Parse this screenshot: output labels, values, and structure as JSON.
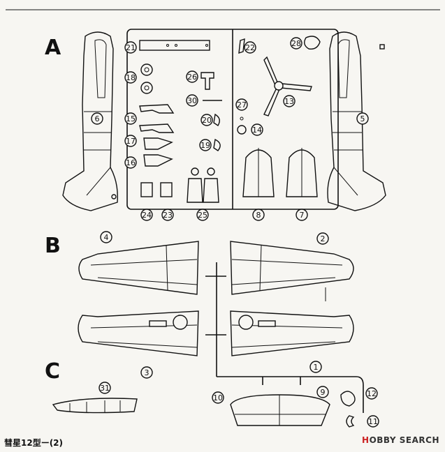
{
  "sections": [
    "A",
    "B",
    "C"
  ],
  "parts": {
    "p1": "1",
    "p2": "2",
    "p3": "3",
    "p4": "4",
    "p5": "5",
    "p6": "6",
    "p7": "7",
    "p8": "8",
    "p9": "9",
    "p10": "10",
    "p11": "11",
    "p12": "12",
    "p13": "13",
    "p14": "14",
    "p15": "15",
    "p16": "16",
    "p17": "17",
    "p18": "18",
    "p19": "19",
    "p20": "20",
    "p21": "21",
    "p22": "22",
    "p23": "23",
    "p24": "24",
    "p25": "25",
    "p26": "26",
    "p27": "27",
    "p28": "28",
    "p30": "30",
    "p31": "31"
  },
  "footer": {
    "caption": "彗星12型ー(2)"
  },
  "watermark": {
    "brand_prefix": "H",
    "brand_rest": "OBBY SEARCH"
  }
}
